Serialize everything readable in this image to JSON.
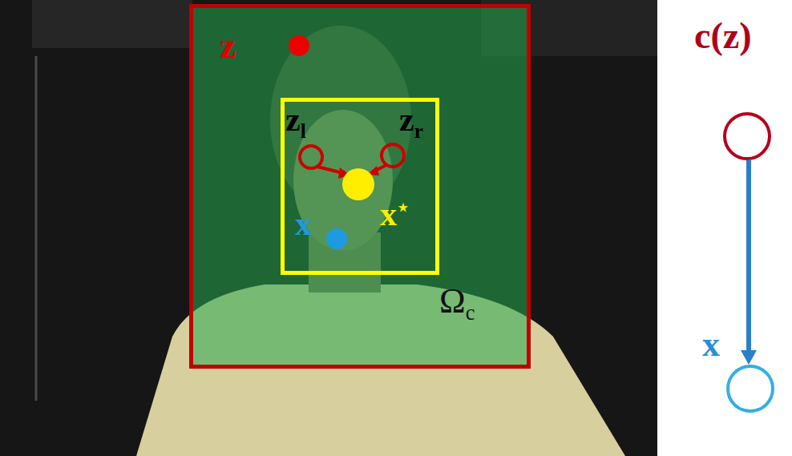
{
  "diagram": {
    "nodes": [
      {
        "text": [
          "z",
          "Ωc"
        ]
      },
      {
        "text": [
          "zl",
          "zr",
          "x⋆",
          "x"
        ],
        "in": 0
      },
      {
        "text": [
          "c(z)"
        ]
      },
      {
        "text": [
          "x"
        ]
      }
    ],
    "edges": [
      {
        "from": 2,
        "to": 3,
        "arrow": "to"
      }
    ]
  }
}
